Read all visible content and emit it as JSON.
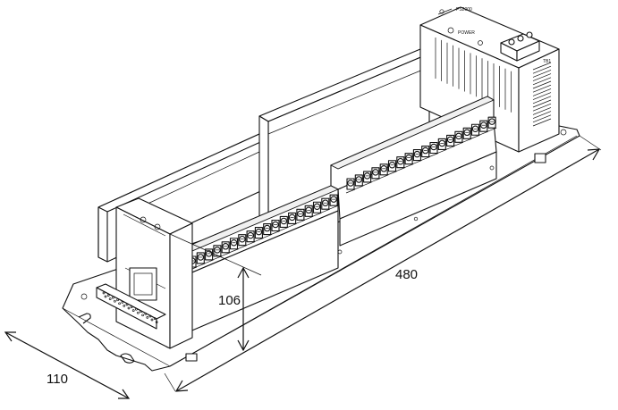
{
  "dimensions": {
    "width": "480",
    "depth": "110",
    "height": "106"
  },
  "labels": {
    "psu_model": "PS2000",
    "psu_indicator": "POWER",
    "terminal_block": "TB1"
  }
}
